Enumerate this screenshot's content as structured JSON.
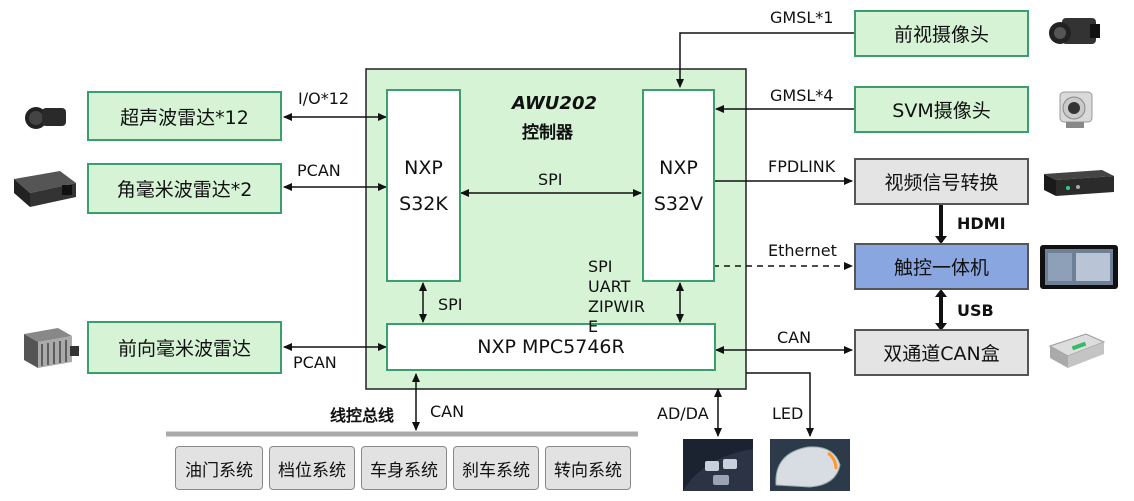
{
  "controller": {
    "model": "AWU202",
    "name": "控制器"
  },
  "chips": {
    "s32k_a": "NXP",
    "s32k_b": "S32K",
    "s32v_a": "NXP",
    "s32v_b": "S32V",
    "mpc": "NXP MPC5746R"
  },
  "left_devices": {
    "ultrasonic": "超声波雷达*12",
    "corner_radar": "角毫米波雷达*2",
    "front_radar": "前向毫米波雷达"
  },
  "right_devices": {
    "front_camera": "前视摄像头",
    "svm_camera": "SVM摄像头",
    "video_converter": "视频信号转换",
    "touch_panel": "触控一体机",
    "can_box": "双通道CAN盒"
  },
  "links": {
    "io": "I/O*12",
    "pcan1": "PCAN",
    "pcan2": "PCAN",
    "spi_h": "SPI",
    "spi_v": "SPI",
    "spi_multi": "SPI\nUART\nZIPWIR\nE",
    "gmsl1": "GMSL*1",
    "gmsl4": "GMSL*4",
    "fpdlink": "FPDLINK",
    "ethernet": "Ethernet",
    "hdmi": "HDMI",
    "usb": "USB",
    "can_right": "CAN",
    "can_bottom": "CAN",
    "wire_bus": "线控总线",
    "adda": "AD/DA",
    "led": "LED"
  },
  "bus_systems": [
    "油门系统",
    "档位系统",
    "车身系统",
    "刹车系统",
    "转向系统"
  ],
  "icons": [
    "ultrasonic-sensor-icon",
    "radar-module-icon",
    "front-radar-icon",
    "camera-icon",
    "svm-camera-icon",
    "video-converter-icon",
    "touch-display-icon",
    "can-box-icon",
    "steering-buttons-icon",
    "mirror-led-icon"
  ]
}
